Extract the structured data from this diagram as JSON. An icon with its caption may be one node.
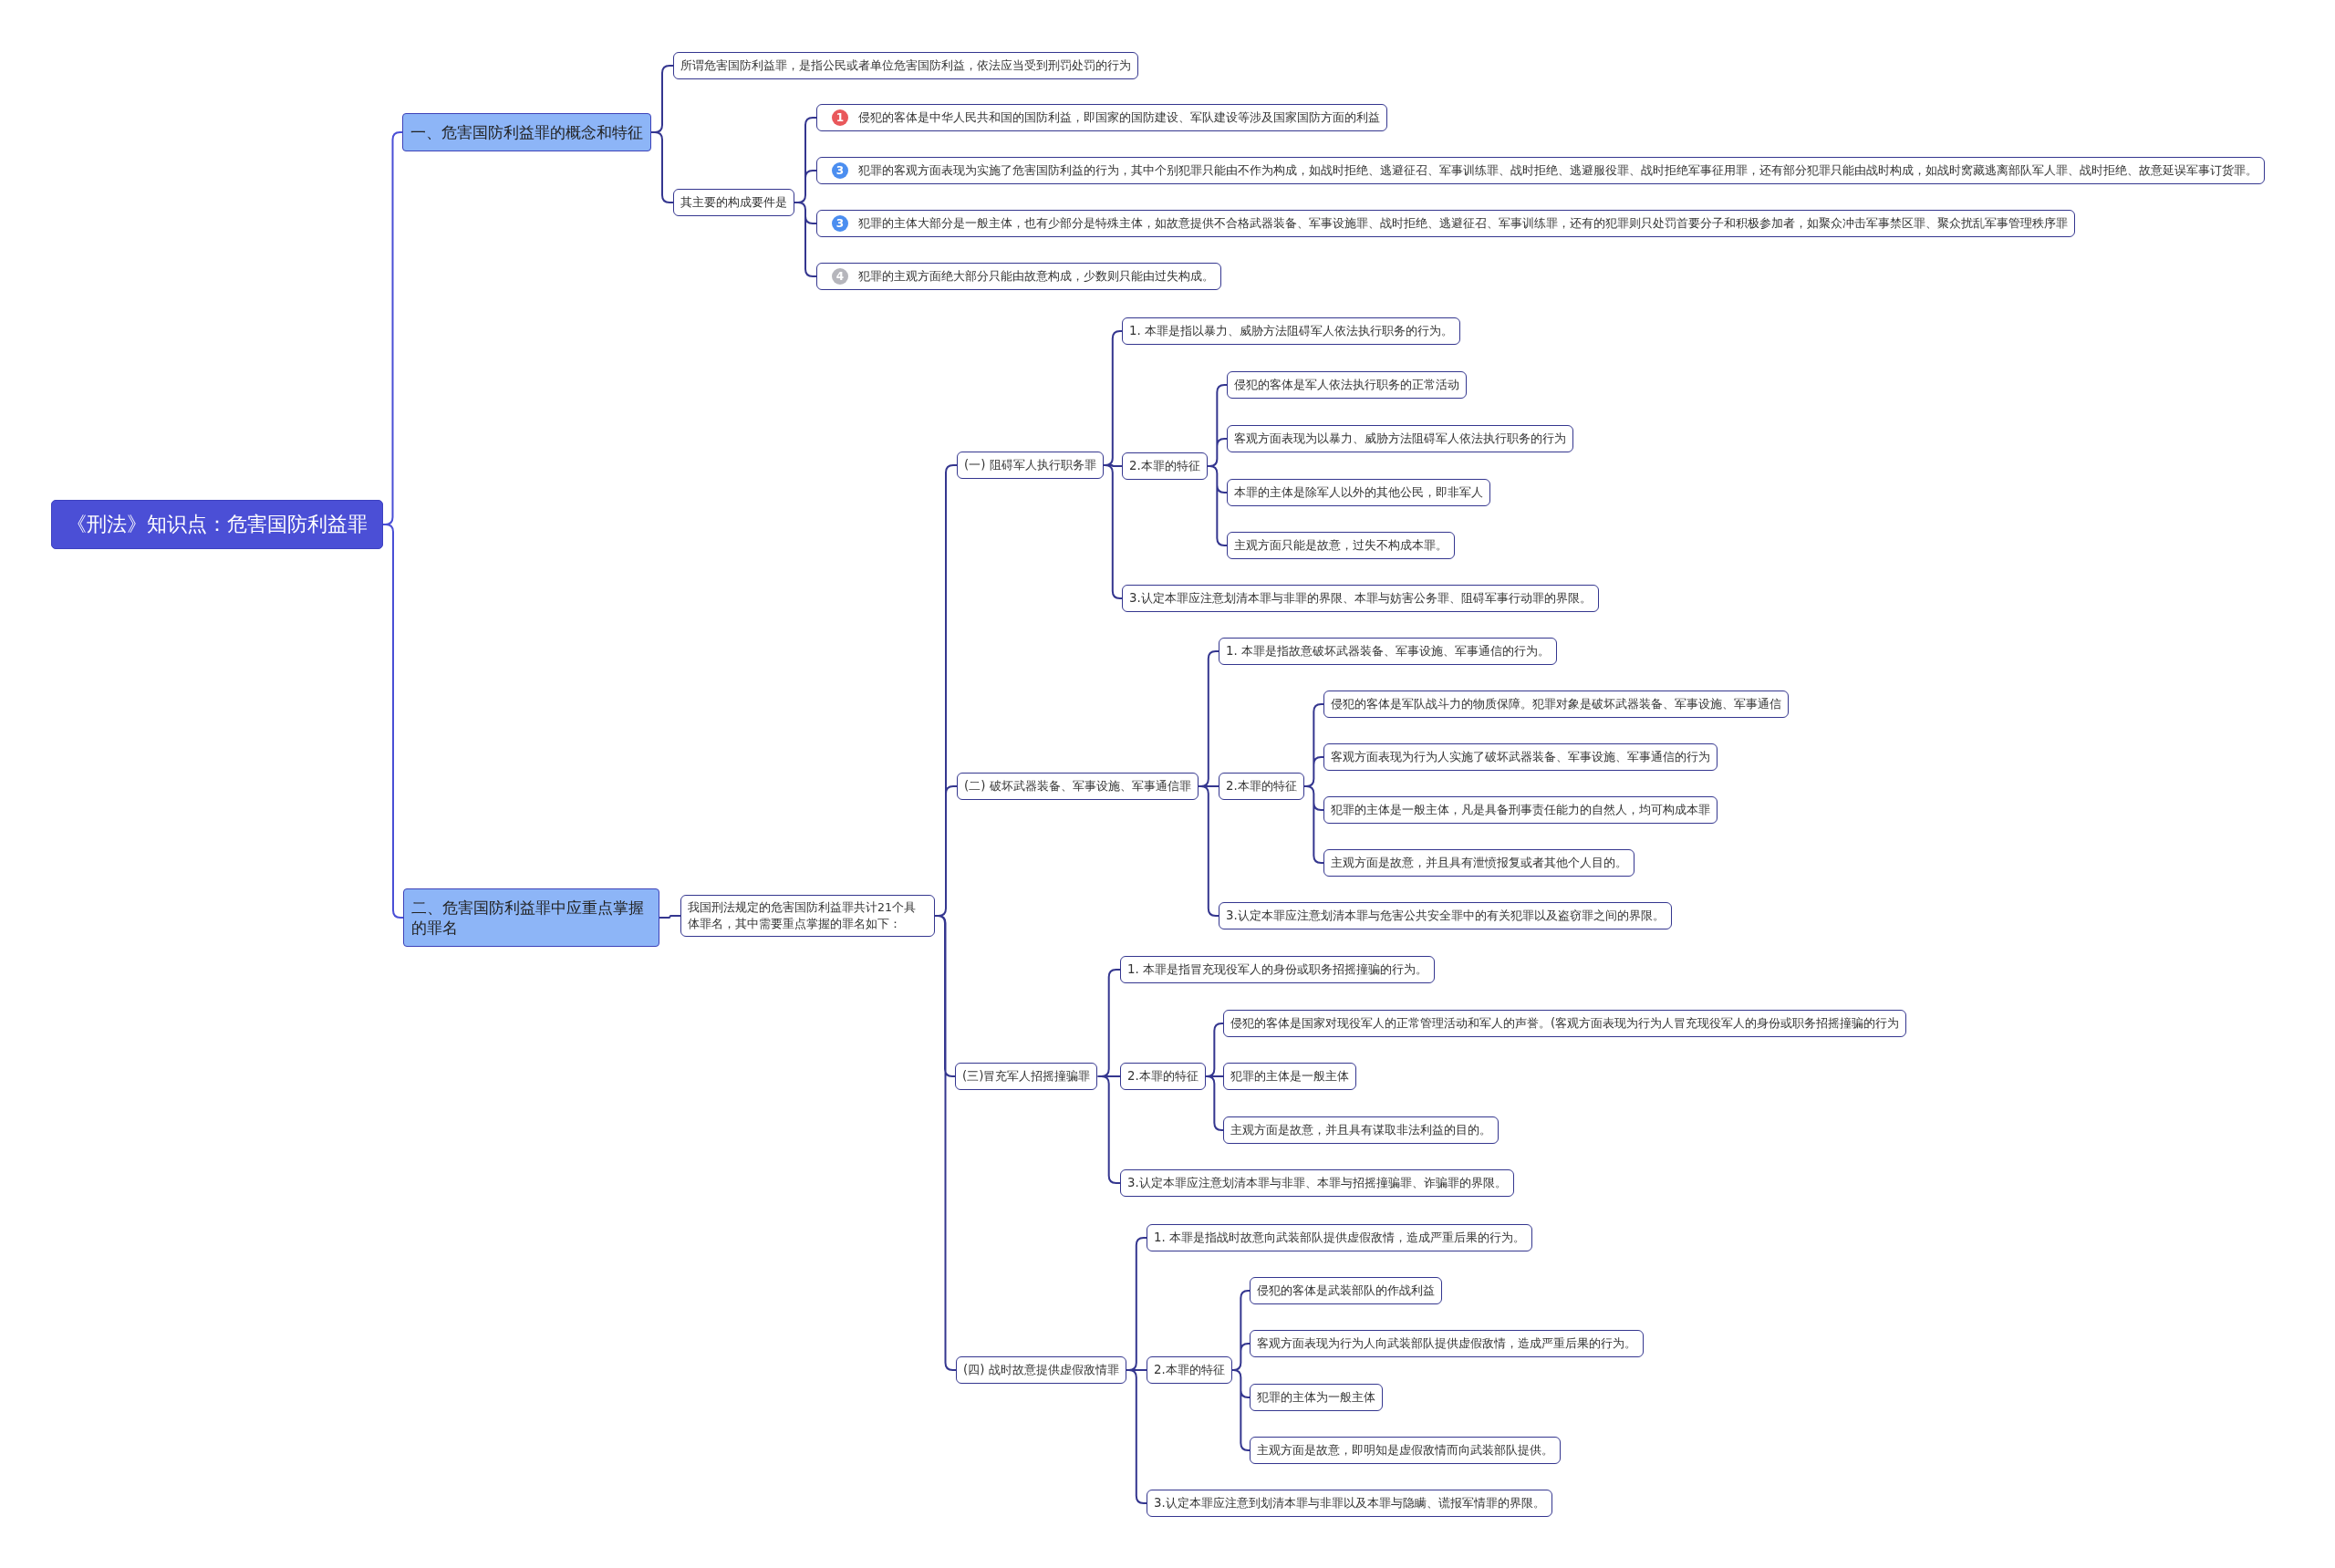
{
  "diagram": {
    "nodes": [
      {
        "text": [
          "《刑法》知识点：危害国防利益罪"
        ]
      },
      {
        "text": [
          "一、危害国防利益罪的概念和特征"
        ]
      },
      {
        "text": [
          "所谓危害国防利益罪，是指公民或者单位危害国防利益，依法应当受到刑罚处罚的行为"
        ]
      },
      {
        "text": [
          "其主要的构成要件是"
        ]
      },
      {
        "text": [
          "1",
          "侵犯的客体是中华人民共和国的国防利益，即国家的国防建设、军队建设等涉及国家国防方面的利益"
        ]
      },
      {
        "text": [
          "3",
          "犯罪的客观方面表现为实施了危害国防利益的行为，其中个别犯罪只能由不作为构成，如战时拒绝、逃避征召、军事训练罪、战时拒绝、逃避服役罪、战时拒绝军事征用罪，还有部分犯罪只能由战时构成，如战时窝藏逃离部队军人罪、战时拒绝、故意延误军事订货罪。"
        ]
      },
      {
        "text": [
          "3",
          "犯罪的主体大部分是一般主体，也有少部分是特殊主体，如故意提供不合格武器装备、军事设施罪、战时拒绝、逃避征召、军事训练罪，还有的犯罪则只处罚首要分子和积极参加者，如聚众冲击军事禁区罪、聚众扰乱军事管理秩序罪"
        ]
      },
      {
        "text": [
          "4",
          "犯罪的主观方面绝大部分只能由故意构成，少数则只能由过失构成。"
        ]
      },
      {
        "text": [
          "二、危害国防利益罪中应重点掌握的罪名"
        ]
      },
      {
        "text": [
          "我国刑法规定的危害国防利益罪共计21个具体罪名，其中需要重点掌握的罪名如下："
        ]
      },
      {
        "text": [
          "(一) 阻碍军人执行职务罪"
        ]
      },
      {
        "text": [
          "1. 本罪是指以暴力、威胁方法阻碍军人依法执行职务的行为。"
        ]
      },
      {
        "text": [
          "2.本罪的特征"
        ]
      },
      {
        "text": [
          "侵犯的客体是军人依法执行职务的正常活动"
        ]
      },
      {
        "text": [
          "客观方面表现为以暴力、威胁方法阻碍军人依法执行职务的行为"
        ]
      },
      {
        "text": [
          "本罪的主体是除军人以外的其他公民，即非军人"
        ]
      },
      {
        "text": [
          "主观方面只能是故意，过失不构成本罪。"
        ]
      },
      {
        "text": [
          "3.认定本罪应注意划清本罪与非罪的界限、本罪与妨害公务罪、阻碍军事行动罪的界限。"
        ]
      },
      {
        "text": [
          "(二) 破坏武器装备、军事设施、军事通信罪"
        ]
      },
      {
        "text": [
          "1. 本罪是指故意破坏武器装备、军事设施、军事通信的行为。"
        ]
      },
      {
        "text": [
          "2.本罪的特征"
        ]
      },
      {
        "text": [
          "侵犯的客体是军队战斗力的物质保障。犯罪对象是破坏武器装备、军事设施、军事通信"
        ]
      },
      {
        "text": [
          "客观方面表现为行为人实施了破坏武器装备、军事设施、军事通信的行为"
        ]
      },
      {
        "text": [
          "犯罪的主体是一般主体，凡是具备刑事责任能力的自然人，均可构成本罪"
        ]
      },
      {
        "text": [
          "主观方面是故意，并且具有泄愤报复或者其他个人目的。"
        ]
      },
      {
        "text": [
          "3.认定本罪应注意划清本罪与危害公共安全罪中的有关犯罪以及盗窃罪之间的界限。"
        ]
      },
      {
        "text": [
          "(三)冒充军人招摇撞骗罪"
        ]
      },
      {
        "text": [
          "1. 本罪是指冒充现役军人的身份或职务招摇撞骗的行为。"
        ]
      },
      {
        "text": [
          "2.本罪的特征"
        ]
      },
      {
        "text": [
          "侵犯的客体是国家对现役军人的正常管理活动和军人的声誉。(客观方面表现为行为人冒充现役军人的身份或职务招摇撞骗的行为"
        ]
      },
      {
        "text": [
          "犯罪的主体是一般主体"
        ]
      },
      {
        "text": [
          "主观方面是故意，并且具有谋取非法利益的目的。"
        ]
      },
      {
        "text": [
          "3.认定本罪应注意划清本罪与非罪、本罪与招摇撞骗罪、诈骗罪的界限。"
        ]
      },
      {
        "text": [
          "(四) 战时故意提供虚假敌情罪"
        ]
      },
      {
        "text": [
          "1. 本罪是指战时故意向武装部队提供虚假敌情，造成严重后果的行为。"
        ]
      },
      {
        "text": [
          "2.本罪的特征"
        ]
      },
      {
        "text": [
          "侵犯的客体是武装部队的作战利益"
        ]
      },
      {
        "text": [
          "客观方面表现为行为人向武装部队提供虚假敌情，造成严重后果的行为。"
        ]
      },
      {
        "text": [
          "犯罪的主体为一般主体"
        ]
      },
      {
        "text": [
          "主观方面是故意，即明知是虚假敌情而向武装部队提供。"
        ]
      },
      {
        "text": [
          "3.认定本罪应注意到划清本罪与非罪以及本罪与隐瞒、谎报军情罪的界限。"
        ]
      }
    ],
    "edges": [
      {
        "from": 0,
        "to": 1,
        "arrow": "none",
        "color": "#4a4fd6"
      },
      {
        "from": 0,
        "to": 8,
        "arrow": "none",
        "color": "#4a4fd6"
      },
      {
        "from": 1,
        "to": 2,
        "arrow": "none"
      },
      {
        "from": 1,
        "to": 3,
        "arrow": "none"
      },
      {
        "from": 3,
        "to": 4,
        "arrow": "none"
      },
      {
        "from": 3,
        "to": 5,
        "arrow": "none"
      },
      {
        "from": 3,
        "to": 6,
        "arrow": "none"
      },
      {
        "from": 3,
        "to": 7,
        "arrow": "none"
      },
      {
        "from": 8,
        "to": 9,
        "arrow": "none"
      },
      {
        "from": 9,
        "to": 10,
        "arrow": "none"
      },
      {
        "from": 9,
        "to": 18,
        "arrow": "none"
      },
      {
        "from": 9,
        "to": 26,
        "arrow": "none"
      },
      {
        "from": 9,
        "to": 33,
        "arrow": "none"
      },
      {
        "from": 10,
        "to": 11,
        "arrow": "none"
      },
      {
        "from": 10,
        "to": 12,
        "arrow": "none"
      },
      {
        "from": 10,
        "to": 17,
        "arrow": "none"
      },
      {
        "from": 12,
        "to": 13,
        "arrow": "none"
      },
      {
        "from": 12,
        "to": 14,
        "arrow": "none"
      },
      {
        "from": 12,
        "to": 15,
        "arrow": "none"
      },
      {
        "from": 12,
        "to": 16,
        "arrow": "none"
      },
      {
        "from": 18,
        "to": 19,
        "arrow": "none"
      },
      {
        "from": 18,
        "to": 20,
        "arrow": "none"
      },
      {
        "from": 18,
        "to": 25,
        "arrow": "none"
      },
      {
        "from": 20,
        "to": 21,
        "arrow": "none"
      },
      {
        "from": 20,
        "to": 22,
        "arrow": "none"
      },
      {
        "from": 20,
        "to": 23,
        "arrow": "none"
      },
      {
        "from": 20,
        "to": 24,
        "arrow": "none"
      },
      {
        "from": 26,
        "to": 27,
        "arrow": "none"
      },
      {
        "from": 26,
        "to": 28,
        "arrow": "none"
      },
      {
        "from": 26,
        "to": 32,
        "arrow": "none"
      },
      {
        "from": 28,
        "to": 29,
        "arrow": "none"
      },
      {
        "from": 28,
        "to": 30,
        "arrow": "none"
      },
      {
        "from": 28,
        "to": 31,
        "arrow": "none"
      },
      {
        "from": 33,
        "to": 34,
        "arrow": "none"
      },
      {
        "from": 33,
        "to": 35,
        "arrow": "none"
      },
      {
        "from": 33,
        "to": 40,
        "arrow": "none"
      },
      {
        "from": 35,
        "to": 36,
        "arrow": "none"
      },
      {
        "from": 35,
        "to": 37,
        "arrow": "none"
      },
      {
        "from": 35,
        "to": 38,
        "arrow": "none"
      },
      {
        "from": 35,
        "to": 39,
        "arrow": "none"
      }
    ]
  }
}
